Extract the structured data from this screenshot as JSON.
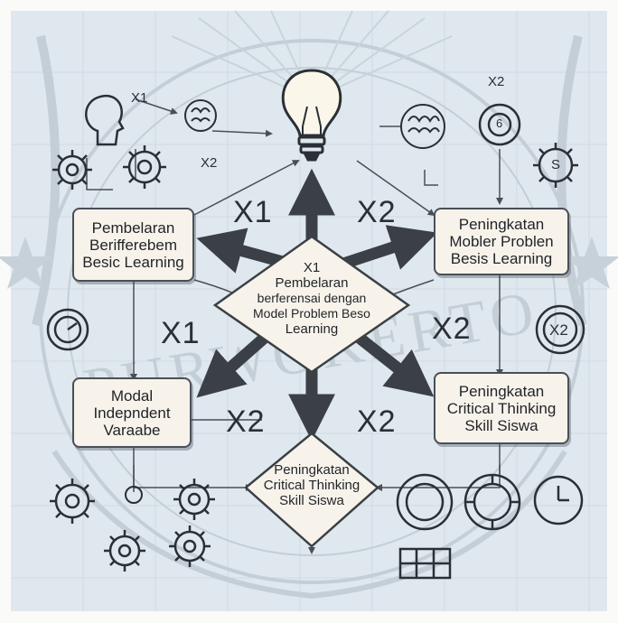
{
  "theme": {
    "background": "#dfe8ee",
    "frame": "#fafaf8",
    "box_fill": "#f8f3ea",
    "ink": "#2b2f36",
    "arrow": "#3b4046",
    "watermark": "#c4ced6"
  },
  "watermark": {
    "text": "PURWOKERTO"
  },
  "center": {
    "lines": [
      "X1",
      "Pembelaran",
      "berferensai dengan",
      "Model Problem Beso",
      "Learning"
    ]
  },
  "boxes": {
    "top_left": {
      "lines": [
        "Pembelaran",
        "Berifferebem",
        "Besic Learning"
      ]
    },
    "top_right": {
      "lines": [
        "Peningkatan",
        "Mobler Problen",
        "Besis  Learning"
      ]
    },
    "mid_left": {
      "lines": [
        "Modal",
        "Indepndent",
        "Varaabe"
      ]
    },
    "mid_right": {
      "lines": [
        "Peningkatan",
        "Critical Thinking",
        "Skill Siswa"
      ]
    }
  },
  "bottom": {
    "lines": [
      "Peningkatan",
      "Critical Thinking",
      "Skill Siswa"
    ]
  },
  "arrow_labels": {
    "upper_left": "X1",
    "upper_right": "X2",
    "left_mid": "X1",
    "right_mid": "X2",
    "lower_left": "X2",
    "lower_right": "X2"
  },
  "small_labels": {
    "top_left_x1": "X1",
    "top_left_x2": "X2",
    "top_right_x2": "X2",
    "right_circle": "X2",
    "gear_s": "S",
    "circle_6": "6"
  },
  "icons": [
    "lightbulb-icon",
    "head-profile-icon",
    "brain-icon",
    "gear-icon",
    "clock-icon",
    "grid-table-icon"
  ]
}
